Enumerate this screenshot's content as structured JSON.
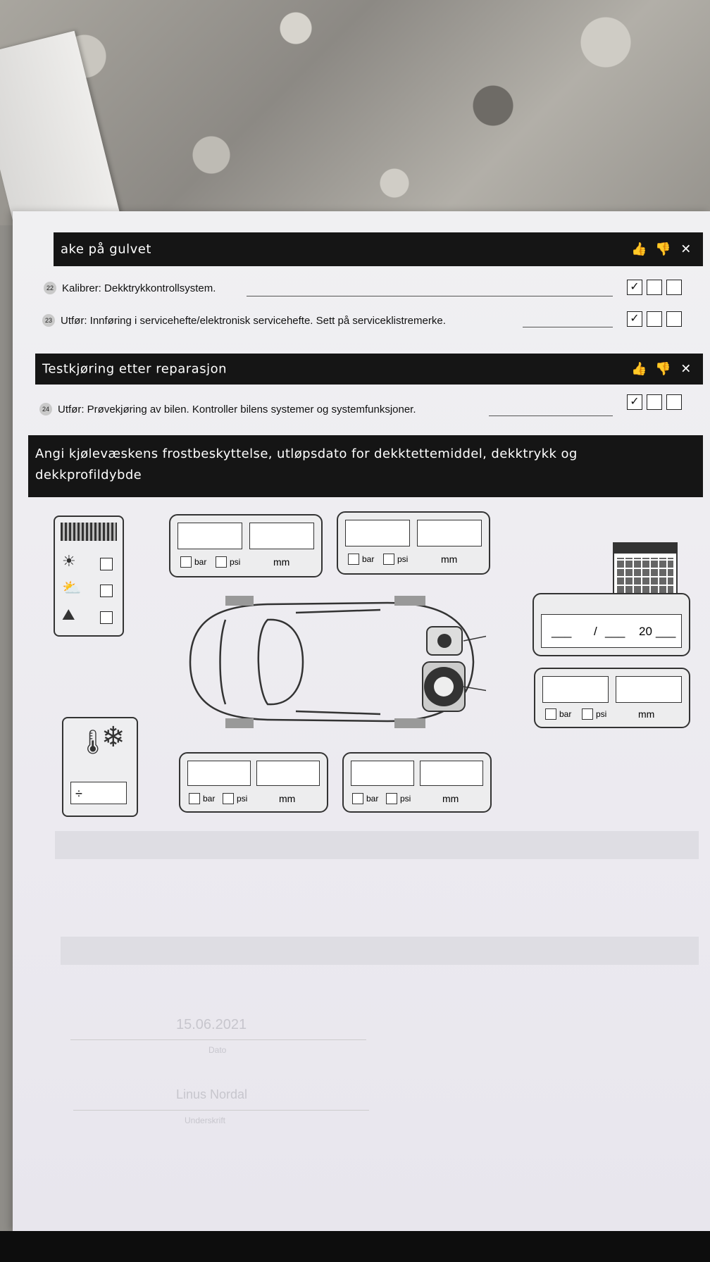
{
  "sections": [
    {
      "title": "ake på gulvet",
      "items": [
        {
          "number": "22",
          "text": "Kalibrer: Dekktrykkontrollsystem.",
          "check": "✓"
        },
        {
          "number": "23",
          "text": "Utfør: Innføring i servicehefte/elektronisk servicehefte. Sett på serviceklistremerke.",
          "check": "✓"
        }
      ]
    },
    {
      "title": "Testkjøring etter reparasjon",
      "items": [
        {
          "number": "24",
          "text": "Utfør: Prøvekjøring av bilen. Kontroller bilens systemer og systemfunksjoner.",
          "check": "✓"
        }
      ]
    }
  ],
  "header_icons": [
    "thumbs-up-icon",
    "thumbs-down-icon",
    "tools-icon"
  ],
  "info_section": {
    "title_line1": "Angi kjølevæskens frostbeskyttelse, utløpsdato for dekktettemiddel, dekktrykk og",
    "title_line2": "dekkprofildybde"
  },
  "tire_units": {
    "bar": "bar",
    "psi": "psi",
    "mm": "mm"
  },
  "date_field": {
    "sep": "/",
    "year_prefix": "20",
    "blank": "___"
  },
  "coolant_field": {
    "symbol": "÷"
  },
  "faded": {
    "date": "15.06.2021",
    "date_label": "Dato",
    "name": "Linus Nordal",
    "name_label": "Underskrift"
  }
}
